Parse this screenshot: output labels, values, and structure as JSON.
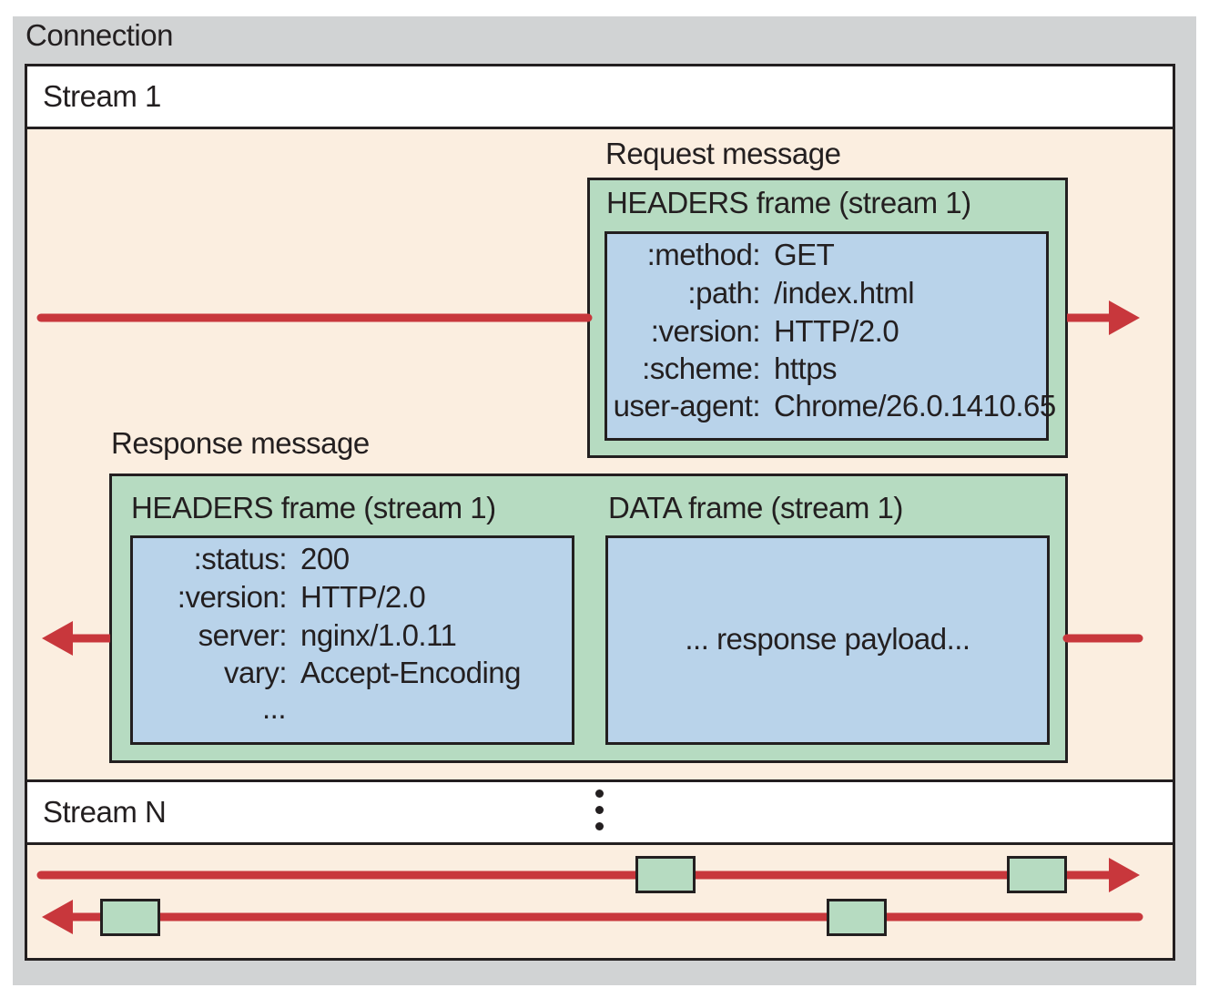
{
  "connection_label": "Connection",
  "stream1": {
    "label": "Stream 1",
    "request": {
      "title": "Request message",
      "frame_label": "HEADERS frame (stream 1)",
      "headers": [
        {
          "key": ":method:",
          "value": "GET"
        },
        {
          "key": ":path:",
          "value": "/index.html"
        },
        {
          "key": ":version:",
          "value": "HTTP/2.0"
        },
        {
          "key": ":scheme:",
          "value": "https"
        },
        {
          "key": "user-agent:",
          "value": "Chrome/26.0.1410.65"
        }
      ]
    },
    "response": {
      "title": "Response message",
      "headers_frame_label": "HEADERS frame (stream 1)",
      "headers": [
        {
          "key": ":status:",
          "value": "200"
        },
        {
          "key": ":version:",
          "value": "HTTP/2.0"
        },
        {
          "key": "server:",
          "value": "nginx/1.0.11"
        },
        {
          "key": "vary:",
          "value": "Accept-Encoding"
        },
        {
          "key": "",
          "value": "..."
        }
      ],
      "data_frame_label": "DATA frame (stream 1)",
      "payload": "... response payload..."
    }
  },
  "streamN": {
    "label": "Stream N"
  },
  "colors": {
    "connection_bg": "#d1d3d4",
    "stream_bg": "#fbeee0",
    "frame_green": "#b6dbc1",
    "frame_blue": "#b9d3ea",
    "arrow_red": "#c8373c"
  }
}
